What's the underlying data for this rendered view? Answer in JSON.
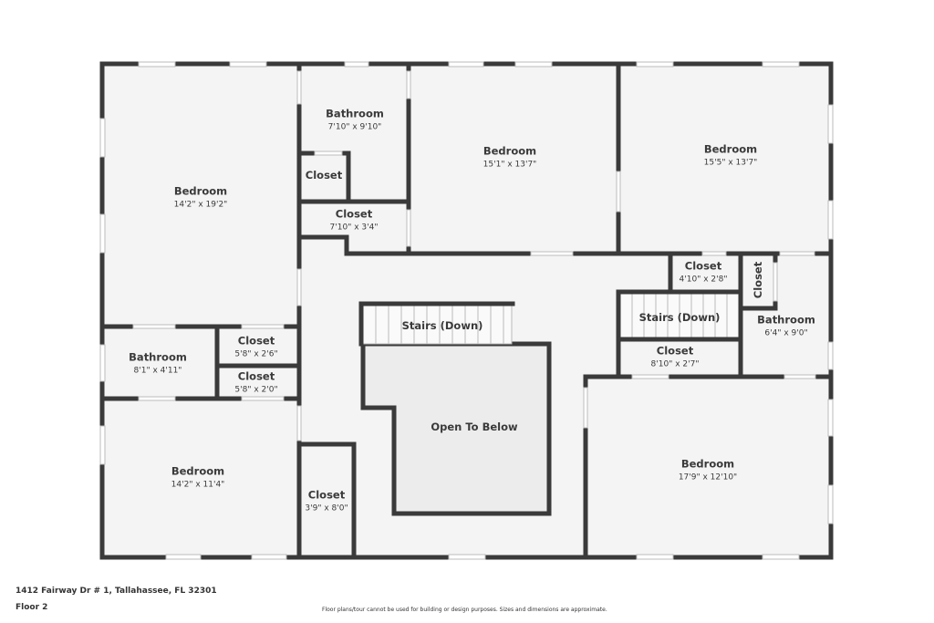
{
  "rooms": {
    "bedroom_nw": {
      "name": "Bedroom",
      "dims": "14'2\" x 19'2\""
    },
    "bathroom_top": {
      "name": "Bathroom",
      "dims": "7'10\" x 9'10\""
    },
    "closet_top_small": {
      "name": "Closet"
    },
    "closet_top": {
      "name": "Closet",
      "dims": "7'10\" x 3'4\""
    },
    "bedroom_n": {
      "name": "Bedroom",
      "dims": "15'1\" x 13'7\""
    },
    "bedroom_ne": {
      "name": "Bedroom",
      "dims": "15'5\" x 13'7\""
    },
    "closet_e1": {
      "name": "Closet",
      "dims": "4'10\" x 2'8\""
    },
    "closet_e_vert": {
      "name": "Closet"
    },
    "stairs_right": {
      "name": "Stairs (Down)"
    },
    "bathroom_e": {
      "name": "Bathroom",
      "dims": "6'4\" x 9'0\""
    },
    "closet_e2": {
      "name": "Closet",
      "dims": "8'10\" x 2'7\""
    },
    "stairs_left": {
      "name": "Stairs (Down)"
    },
    "open_to_below": {
      "name": "Open To Below"
    },
    "bathroom_w": {
      "name": "Bathroom",
      "dims": "8'1\" x 4'11\""
    },
    "closet_w1": {
      "name": "Closet",
      "dims": "5'8\" x 2'6\""
    },
    "closet_w2": {
      "name": "Closet",
      "dims": "5'8\" x 2'0\""
    },
    "bedroom_sw": {
      "name": "Bedroom",
      "dims": "14'2\" x 11'4\""
    },
    "closet_s": {
      "name": "Closet",
      "dims": "3'9\" x 8'0\""
    },
    "bedroom_se": {
      "name": "Bedroom",
      "dims": "17'9\" x 12'10\""
    }
  },
  "footer": {
    "address": "1412 Fairway Dr # 1, Tallahassee, FL 32301",
    "floor": "Floor 2",
    "disclaimer": "Floor plans/tour cannot be used for building or design purposes. Sizes and dimensions are approximate."
  },
  "colors": {
    "wall": "#3a3a3a",
    "floor": "#f4f4f4",
    "open": "#ececec"
  }
}
